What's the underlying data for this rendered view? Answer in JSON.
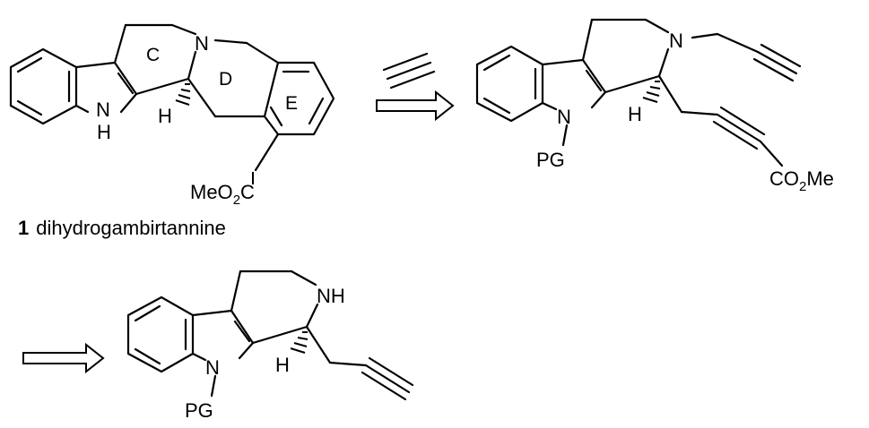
{
  "scheme": {
    "compound_number": "1",
    "compound_name": "dihydrogambirtannine",
    "ring_labels": {
      "c": "C",
      "d": "D",
      "e": "E"
    },
    "atoms": {
      "n_amine": "N",
      "nh_indole": "NH",
      "nh_indole_n": "N",
      "nh_indole_h": "H",
      "h_stereo": "H",
      "n_indole": "N",
      "pg": "PG",
      "nh_amine": "NH",
      "ester_left": {
        "pre": "MeO",
        "sub": "2",
        "post": "C"
      },
      "ester_right": {
        "pre": "CO",
        "sub": "2",
        "post": "Me"
      }
    },
    "arrows": [
      {
        "type": "retrosynthetic"
      },
      {
        "type": "retrosynthetic"
      }
    ],
    "equivalence_symbol": "triple-bond"
  }
}
